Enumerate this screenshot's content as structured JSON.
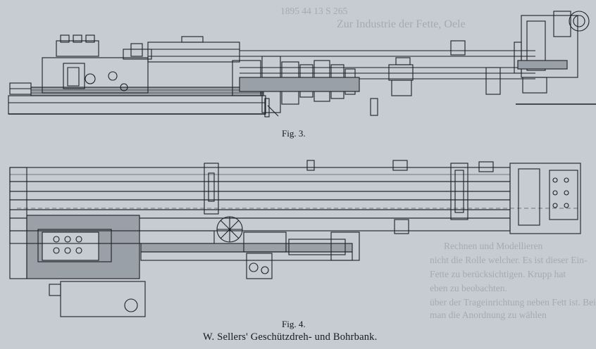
{
  "captions": {
    "fig3": "Fig. 3.",
    "fig4": "Fig. 4.",
    "main": "W. Sellers' Geschützdreh- und Bohrbank."
  },
  "bleed_through_text": {
    "line1": "Zur Industrie der Fette, Oele",
    "line2": "1895 44 13 S 265",
    "line3": "Rechnen und Modellieren",
    "line4": "nicht die Rolle welcher. Es ist dieser Ein-",
    "line5": "Fette zu berücksichtigen. Krupp hat",
    "line6": "eben zu beobachten.",
    "line7": "über der Trageinrichtung neben Fett ist. Beim",
    "line8": "man die Anordnung zu wählen"
  },
  "colors": {
    "paper": "#c7ccd3",
    "ink": "#1d1f24",
    "ghost": "#8a9098",
    "wood": "#9aa0a8"
  }
}
